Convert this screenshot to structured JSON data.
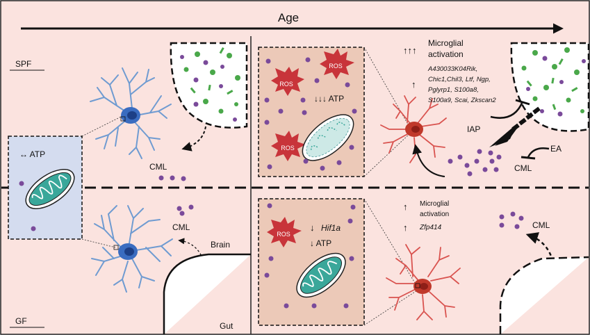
{
  "header": {
    "age_label": "Age"
  },
  "rows": {
    "spf_label": "SPF",
    "gf_label": "GF"
  },
  "colors": {
    "background": "#fbe3df",
    "mito_box_blue": "#d4dcef",
    "detail_box": "#ecc9b8",
    "blue_microglia": "#6f9bd1",
    "blue_soma": "#3a6cc0",
    "red_microglia": "#d9534f",
    "red_soma": "#c0392b",
    "ros": "#c8343a",
    "cml_dot": "#7a4a9a",
    "mito": "#3aa79a",
    "bacteria": "#4aa84a"
  },
  "icons": [
    "mitochondrion-icon",
    "ros-burst-icon",
    "microglia-icon",
    "gut-icon",
    "bacteria-icon",
    "cml-particle-icon"
  ],
  "young_spf": {
    "atp_label": "↔ ATP",
    "cml_label": "CML"
  },
  "young_gf": {
    "cml_label": "CML",
    "brain_label": "Brain",
    "gut_label": "Gut"
  },
  "aged_spf": {
    "ros_label": "ROS",
    "atp_label": "↓↓↓ ATP",
    "arrows_up3": "↑↑↑",
    "arrow_up": "↑",
    "activation_line1": "Microglial",
    "activation_line2": "activation",
    "genes": [
      "A430033K04Rik,",
      "Chic1,Chil3, Ltf, Ngp,",
      "Pglyrp1, S100a8,",
      "S100a9, Scai, Zkscan2"
    ],
    "iap_label": "IAP",
    "ea_label": "EA",
    "cml_label": "CML"
  },
  "aged_gf": {
    "ros_label": "ROS",
    "hif_arrow": "↓",
    "hif_label": "Hif1a",
    "atp_label": "↓ ATP",
    "arrow_up": "↑",
    "activation_line1": "Microglial",
    "activation_line2": "activation",
    "gene_label": "Zfp414",
    "cml_label": "CML"
  }
}
